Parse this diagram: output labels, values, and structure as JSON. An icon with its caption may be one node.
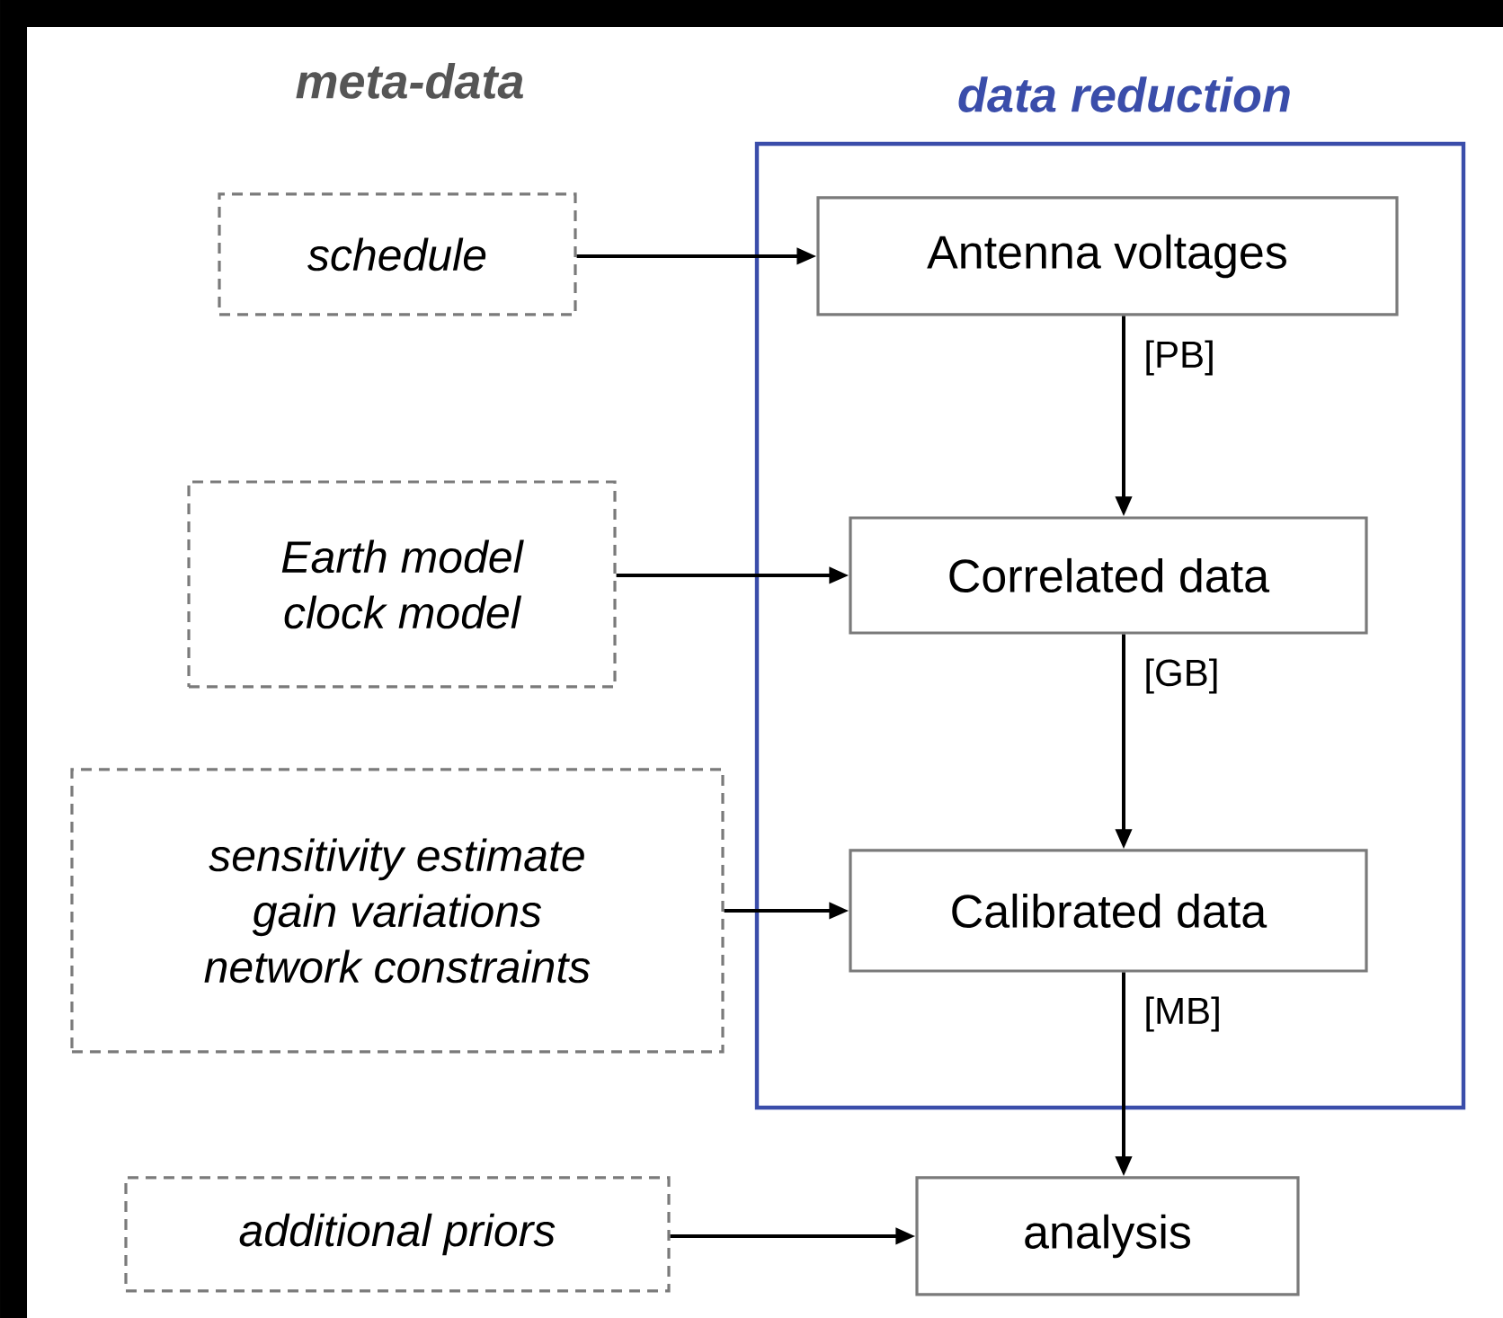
{
  "diagram": {
    "nodes": [
      {
        "text": [
          "data reduction"
        ]
      },
      {
        "text": [
          "schedule"
        ]
      },
      {
        "text": [
          "Antenna voltages"
        ],
        "in": 0
      },
      {
        "text": [
          "Earth model",
          "clock model"
        ]
      },
      {
        "text": [
          "Correlated data"
        ],
        "in": 0
      },
      {
        "text": [
          "sensitivity estimate",
          "gain variations",
          "network constraints"
        ]
      },
      {
        "text": [
          "Calibrated data"
        ],
        "in": 0
      },
      {
        "text": [
          "additional priors"
        ]
      },
      {
        "text": [
          "analysis"
        ]
      }
    ],
    "edges": [
      {
        "from": 1,
        "to": 2,
        "arrow": "to"
      },
      {
        "from": 2,
        "to": 4,
        "arrow": "to",
        "label": "[PB]"
      },
      {
        "from": 3,
        "to": 4,
        "arrow": "to"
      },
      {
        "from": 4,
        "to": 6,
        "arrow": "to",
        "label": "[GB]"
      },
      {
        "from": 5,
        "to": 6,
        "arrow": "to"
      },
      {
        "from": 6,
        "to": 8,
        "arrow": "to",
        "label": "[MB]"
      },
      {
        "from": 7,
        "to": 8,
        "arrow": "to"
      }
    ],
    "labels": [
      "meta-data"
    ]
  }
}
